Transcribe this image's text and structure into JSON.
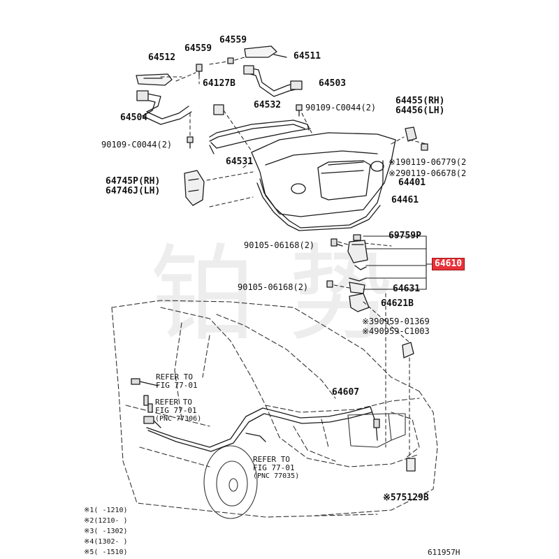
{
  "watermark": "铂 势",
  "highlight_color": "#e8323a",
  "parts": {
    "p64559a": "64559",
    "p64559b": "64559",
    "p64512": "64512",
    "p64511": "64511",
    "p64127b": "64127B",
    "p64503": "64503",
    "p64532": "64532",
    "p90109a": "90109-C0044(2)",
    "p64504": "64504",
    "p90109b": "90109-C0044(2)",
    "p64455": "64455(RH)",
    "p64456": "64456(LH)",
    "p64531": "64531",
    "p90119a": "※190119-06779(2",
    "p90119b": "※290119-06678(2",
    "p64745": "64745P(RH)",
    "p64746": "64746J(LH)",
    "p64401": "64401",
    "p64461": "64461",
    "p69759": "69759P",
    "p90105a": "90105-06168(2)",
    "p64610": "64610",
    "p90105b": "90105-06168(2)",
    "p64631": "64631",
    "p64621b": "64621B",
    "p90959a": "※390959-01369",
    "p90959b": "※490959-C1003",
    "p64607": "64607",
    "p75129": "※575129B"
  },
  "refs": {
    "r1a": "REFER TO",
    "r1b": "FIG 77-01",
    "r2a": "REFER TO",
    "r2b": "FIG 77-01",
    "r2c": "(PNC 77306)",
    "r3a": "REFER TO",
    "r3b": "FIG 77-01",
    "r3c": "(PNC 77035)"
  },
  "legend": [
    {
      "mark": "※1",
      "range": "(     -1210)"
    },
    {
      "mark": "※2",
      "range": "(1210-     )"
    },
    {
      "mark": "※3",
      "range": "(     -1302)"
    },
    {
      "mark": "※4",
      "range": "(1302-     )"
    },
    {
      "mark": "※5",
      "range": "(     -1510)"
    }
  ],
  "figure_id": "611957H"
}
